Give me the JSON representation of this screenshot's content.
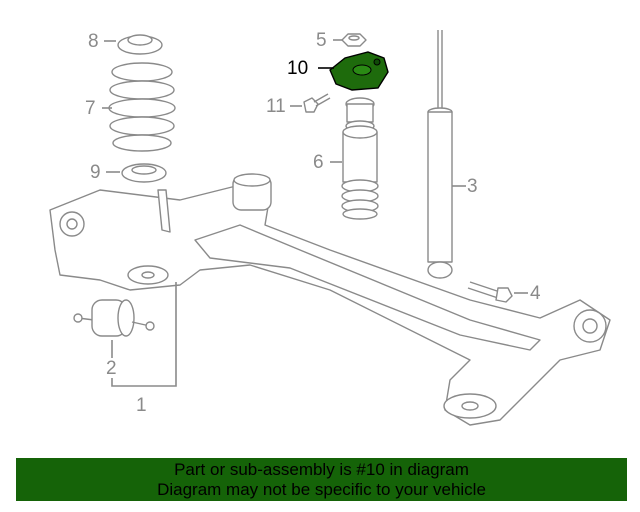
{
  "diagram": {
    "callouts": [
      {
        "id": "1",
        "label": "1"
      },
      {
        "id": "2",
        "label": "2"
      },
      {
        "id": "3",
        "label": "3"
      },
      {
        "id": "4",
        "label": "4"
      },
      {
        "id": "5",
        "label": "5"
      },
      {
        "id": "6",
        "label": "6"
      },
      {
        "id": "7",
        "label": "7"
      },
      {
        "id": "8",
        "label": "8"
      },
      {
        "id": "9",
        "label": "9"
      },
      {
        "id": "10",
        "label": "10"
      },
      {
        "id": "11",
        "label": "11"
      }
    ],
    "highlight_color": "#1e6b0c"
  },
  "banner": {
    "line1": "Part or sub-assembly is #10 in diagram",
    "line2": "Diagram may not be specific to your vehicle",
    "color": "#156308"
  }
}
